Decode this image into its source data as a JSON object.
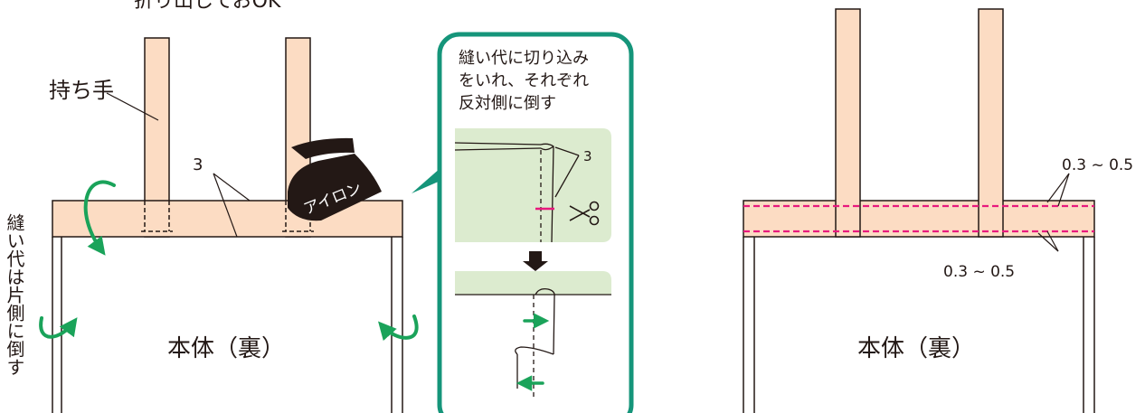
{
  "top_cut_text": "折り山しておOK",
  "left_figure": {
    "handle_label": "持ち手",
    "seam_label": "3",
    "iron_label": "アイロン",
    "body_label": "本体（裏）",
    "side_note": "縫い代は片側に倒す"
  },
  "callout": {
    "lines": [
      "縫い代に切り込み",
      "をいれ、それぞれ",
      "反対側に倒す"
    ],
    "seam_label": "3"
  },
  "right_figure": {
    "stitch_top_label": "0.3 ~ 0.5",
    "stitch_bottom_label": "0.3 ~ 0.5",
    "body_label": "本体（裏）"
  },
  "colors": {
    "fabric": "#fcdcc3",
    "outline": "#231815",
    "arrow_green": "#1aa35a",
    "callout_border": "#15957a",
    "callout_fill": "#dcebcf",
    "stitch_pink": "#e8197d",
    "iron": "#231815"
  }
}
